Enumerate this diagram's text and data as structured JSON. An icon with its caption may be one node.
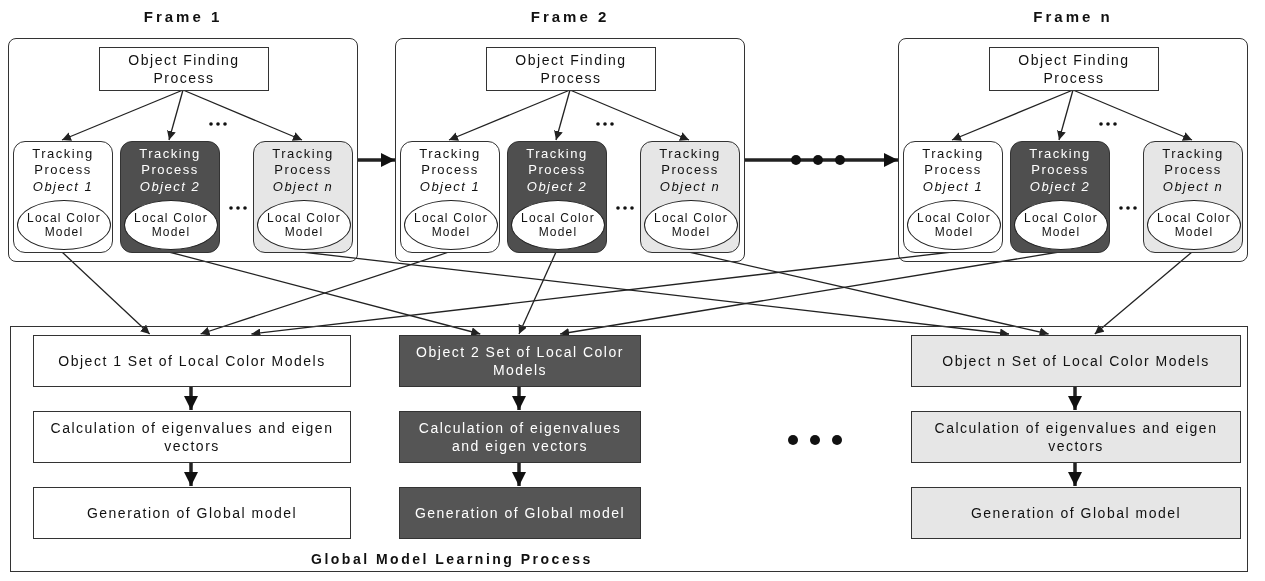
{
  "diagram": {
    "nodes": [
      {
        "text": [
          "Frame 1"
        ]
      },
      {
        "text": [
          "Object Finding Process"
        ],
        "in": 0
      },
      {
        "text": [
          "Tracking Process *Object 1*"
        ],
        "in": 0
      },
      {
        "text": [
          "Local Color Model"
        ],
        "in": 2
      },
      {
        "text": [
          "Tracking Process *Object 2*"
        ],
        "in": 0
      },
      {
        "text": [
          "Local Color Model"
        ],
        "in": 4
      },
      {
        "text": [
          "Tracking Process *Object n*"
        ],
        "in": 0
      },
      {
        "text": [
          "Local Color Model"
        ],
        "in": 6
      },
      {
        "text": [
          "Frame 2"
        ]
      },
      {
        "text": [
          "Object Finding Process"
        ],
        "in": 8
      },
      {
        "text": [
          "Tracking Process *Object 1*"
        ],
        "in": 8
      },
      {
        "text": [
          "Local Color Model"
        ],
        "in": 10
      },
      {
        "text": [
          "Tracking Process *Object 2*"
        ],
        "in": 8
      },
      {
        "text": [
          "Local Color Model"
        ],
        "in": 12
      },
      {
        "text": [
          "Tracking Process *Object n*"
        ],
        "in": 8
      },
      {
        "text": [
          "Local Color Model"
        ],
        "in": 14
      },
      {
        "text": [
          "Frame n"
        ]
      },
      {
        "text": [
          "Object Finding Process"
        ],
        "in": 16
      },
      {
        "text": [
          "Tracking Process *Object 1*"
        ],
        "in": 16
      },
      {
        "text": [
          "Local Color Model"
        ],
        "in": 18
      },
      {
        "text": [
          "Tracking Process *Object 2*"
        ],
        "in": 16
      },
      {
        "text": [
          "Local Color Model"
        ],
        "in": 20
      },
      {
        "text": [
          "Tracking Process *Object n*"
        ],
        "in": 16
      },
      {
        "text": [
          "Local Color Model"
        ],
        "in": 22
      },
      {
        "text": [
          "Global Model Learning Process"
        ]
      },
      {
        "text": [
          "Object 1 Set of Local Color Models"
        ],
        "in": 24
      },
      {
        "text": [
          "Calculation of eigenvalues and eigen vectors"
        ],
        "in": 24
      },
      {
        "text": [
          "Generation of Global model"
        ],
        "in": 24
      },
      {
        "text": [
          "Object 2 Set of Local Color Models"
        ],
        "in": 24
      },
      {
        "text": [
          "Calculation of eigenvalues and eigen vectors"
        ],
        "in": 24
      },
      {
        "text": [
          "Generation of Global model"
        ],
        "in": 24
      },
      {
        "text": [
          "Object n Set of Local Color Models"
        ],
        "in": 24
      },
      {
        "text": [
          "Calculation of eigenvalues and eigen vectors"
        ],
        "in": 24
      },
      {
        "text": [
          "Generation of Global model"
        ],
        "in": 24
      }
    ],
    "edges": [
      {
        "from": 1,
        "to": 2,
        "arrow": "to"
      },
      {
        "from": 1,
        "to": 4,
        "arrow": "to"
      },
      {
        "from": 1,
        "to": 6,
        "arrow": "to"
      },
      {
        "from": 9,
        "to": 10,
        "arrow": "to"
      },
      {
        "from": 9,
        "to": 12,
        "arrow": "to"
      },
      {
        "from": 9,
        "to": 14,
        "arrow": "to"
      },
      {
        "from": 17,
        "to": 18,
        "arrow": "to"
      },
      {
        "from": 17,
        "to": 20,
        "arrow": "to"
      },
      {
        "from": 17,
        "to": 22,
        "arrow": "to"
      },
      {
        "from": 0,
        "to": 8,
        "arrow": "to",
        "style": "thick"
      },
      {
        "from": 8,
        "to": 16,
        "arrow": "to",
        "style": "thick"
      },
      {
        "from": 2,
        "to": 25,
        "arrow": "to"
      },
      {
        "from": 4,
        "to": 28,
        "arrow": "to"
      },
      {
        "from": 6,
        "to": 31,
        "arrow": "to"
      },
      {
        "from": 10,
        "to": 25,
        "arrow": "to"
      },
      {
        "from": 12,
        "to": 28,
        "arrow": "to"
      },
      {
        "from": 14,
        "to": 31,
        "arrow": "to"
      },
      {
        "from": 18,
        "to": 25,
        "arrow": "to"
      },
      {
        "from": 20,
        "to": 28,
        "arrow": "to"
      },
      {
        "from": 22,
        "to": 31,
        "arrow": "to"
      },
      {
        "from": 25,
        "to": 26,
        "arrow": "to",
        "style": "thick"
      },
      {
        "from": 26,
        "to": 27,
        "arrow": "to",
        "style": "thick"
      },
      {
        "from": 28,
        "to": 29,
        "arrow": "to",
        "style": "thick"
      },
      {
        "from": 29,
        "to": 30,
        "arrow": "to",
        "style": "thick"
      },
      {
        "from": 31,
        "to": 32,
        "arrow": "to",
        "style": "thick"
      },
      {
        "from": 32,
        "to": 33,
        "arrow": "to",
        "style": "thick"
      }
    ]
  }
}
